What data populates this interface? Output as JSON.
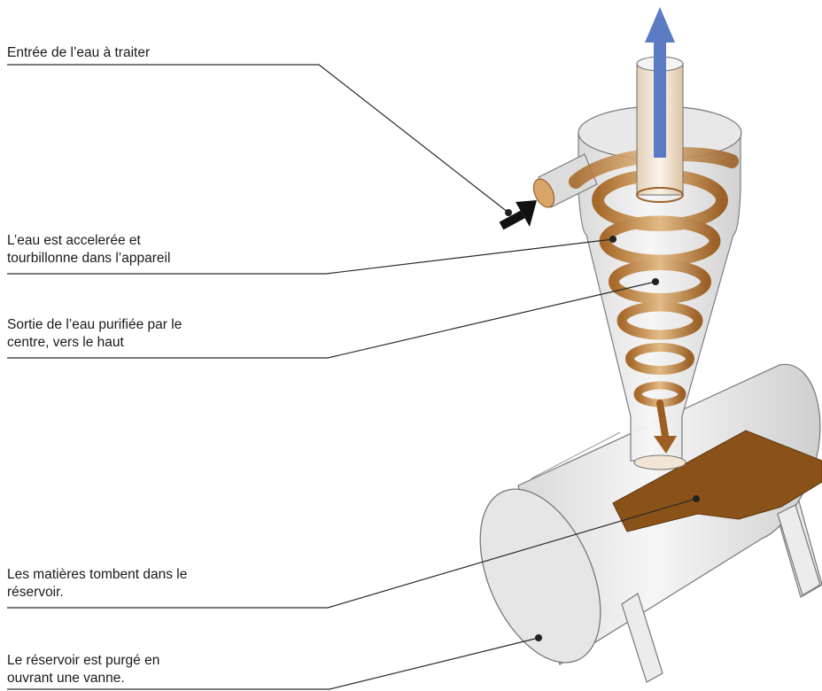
{
  "labels": {
    "inlet": [
      "Entrée de l’eau à traiter"
    ],
    "vortex": [
      "L’eau est accelerée et",
      "tourbillonne dans l’appareil"
    ],
    "outlet": [
      "Sortie de l’eau purifiée par le",
      "centre, vers le haut"
    ],
    "settling": [
      "Les matières tombent dans le",
      "réservoir."
    ],
    "purge": [
      "Le réservoir est purgé en",
      "ouvrant une vanne."
    ]
  },
  "colors": {
    "sediment": "#8a5218",
    "swirl": "#b97a3c",
    "swirl_light": "#dcb37f",
    "body_fill": "#efeeee",
    "outline": "#7a7a7a",
    "outflow_arrow": "#5b7bc4",
    "inflow_arrow": "#111111",
    "leader_line": "#2a2a2a"
  }
}
